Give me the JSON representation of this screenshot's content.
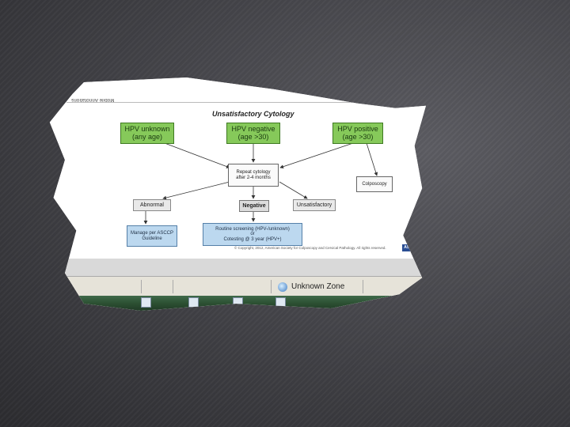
{
  "document": {
    "header_tab": "Mobile Annotations",
    "title": "Unsatisfactory Cytology"
  },
  "flowchart": {
    "hpv_unknown": "HPV unknown\n(any age)",
    "hpv_negative": "HPV negative\n(age >30)",
    "hpv_positive": "HPV positive\n(age >30)",
    "repeat_cytology": "Repeat cytology\nafter 2-4 months",
    "colposcopy": "Colposcopy",
    "abnormal": "Abnormal",
    "negative": "Negative",
    "unsatisfactory": "Unsatisfactory",
    "manage_asccp": "Manage per ASCCP\nGuideline",
    "routine_screening": "Routine screening (HPV-/unknown)\nor\nCotesting @ 3 year (HPV+)",
    "copyright": "© Copyright, 2012, American Society for Colposcopy and Cervical Pathology. All rights reserved.",
    "logo": "ASCCP"
  },
  "statusbar": {
    "zone": "Unknown Zone"
  },
  "colors": {
    "green_box": "#86c95a",
    "blue_box": "#bcd8ef",
    "background": "#46464b"
  }
}
